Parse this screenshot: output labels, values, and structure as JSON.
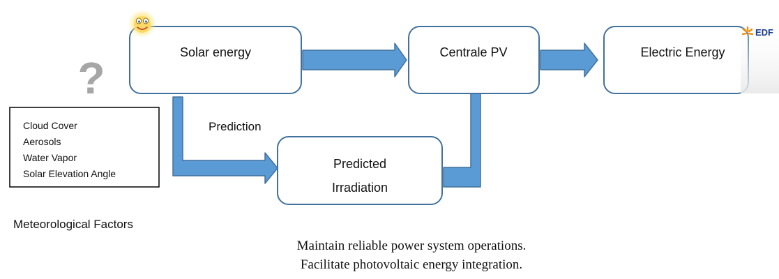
{
  "colors": {
    "arrow_fill": "#5b9bd5",
    "arrow_stroke": "#41719c",
    "box_stroke": "#41719c",
    "logo_blue": "#1a3b8f",
    "logo_orange": "#f28c00",
    "question_gray": "#a6a6a6"
  },
  "nodes": {
    "solar_energy": "Solar energy",
    "centrale_pv": "Centrale PV",
    "electric_energy": "Electric Energy",
    "predicted_line1": "Predicted",
    "predicted_line2": "Irradiation"
  },
  "edge_labels": {
    "prediction": "Prediction"
  },
  "factors": {
    "items": [
      "Cloud Cover",
      "Aerosols",
      "Water Vapor",
      "Solar Elevation Angle"
    ],
    "caption": "Meteorological Factors"
  },
  "question_mark": "?",
  "logo": {
    "text": "EDF",
    "icon": "edf-logo-icon"
  },
  "smiley_icon": "smiley-sun-icon",
  "goals": {
    "line1": "Maintain reliable power system operations.",
    "line2": "Facilitate photovoltaic energy integration."
  }
}
